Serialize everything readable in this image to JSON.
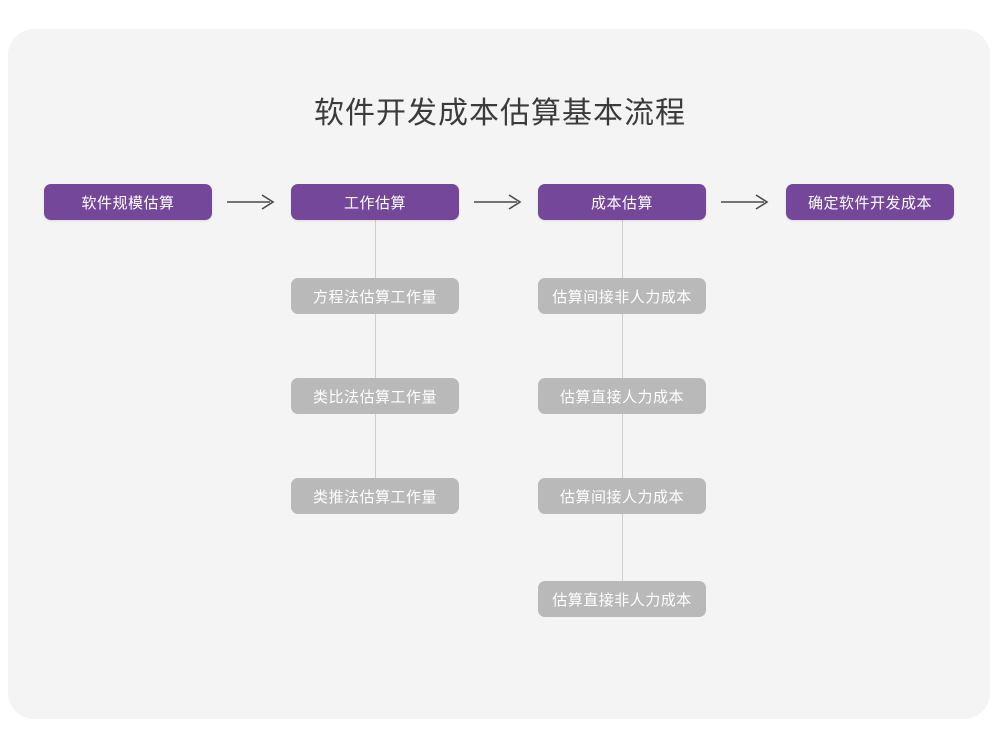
{
  "page": {
    "background_color": "#ffffff",
    "card_color": "#f4f4f5"
  },
  "diagram": {
    "type": "flowchart",
    "title": "软件开发成本估算基本流程",
    "title_color": "#3b3b3b",
    "stage_color": "#74479b",
    "sub_color": "#b9b9b9",
    "connector_color": "#cfcfcf",
    "arrow_color": "#4a4a4a",
    "arrow_glyph": "long-right-arrow",
    "stages": [
      {
        "id": "stage-1",
        "label": "软件规模估算",
        "children": []
      },
      {
        "id": "stage-2",
        "label": "工作估算",
        "children": [
          {
            "id": "stage-2-sub-1",
            "label": "方程法估算工作量"
          },
          {
            "id": "stage-2-sub-2",
            "label": "类比法估算工作量"
          },
          {
            "id": "stage-2-sub-3",
            "label": "类推法估算工作量"
          }
        ]
      },
      {
        "id": "stage-3",
        "label": "成本估算",
        "children": [
          {
            "id": "stage-3-sub-1",
            "label": "估算间接非人力成本"
          },
          {
            "id": "stage-3-sub-2",
            "label": "估算直接人力成本"
          },
          {
            "id": "stage-3-sub-3",
            "label": "估算间接人力成本"
          },
          {
            "id": "stage-3-sub-4",
            "label": "估算直接非人力成本"
          }
        ]
      },
      {
        "id": "stage-4",
        "label": "确定软件开发成本",
        "children": []
      }
    ]
  }
}
